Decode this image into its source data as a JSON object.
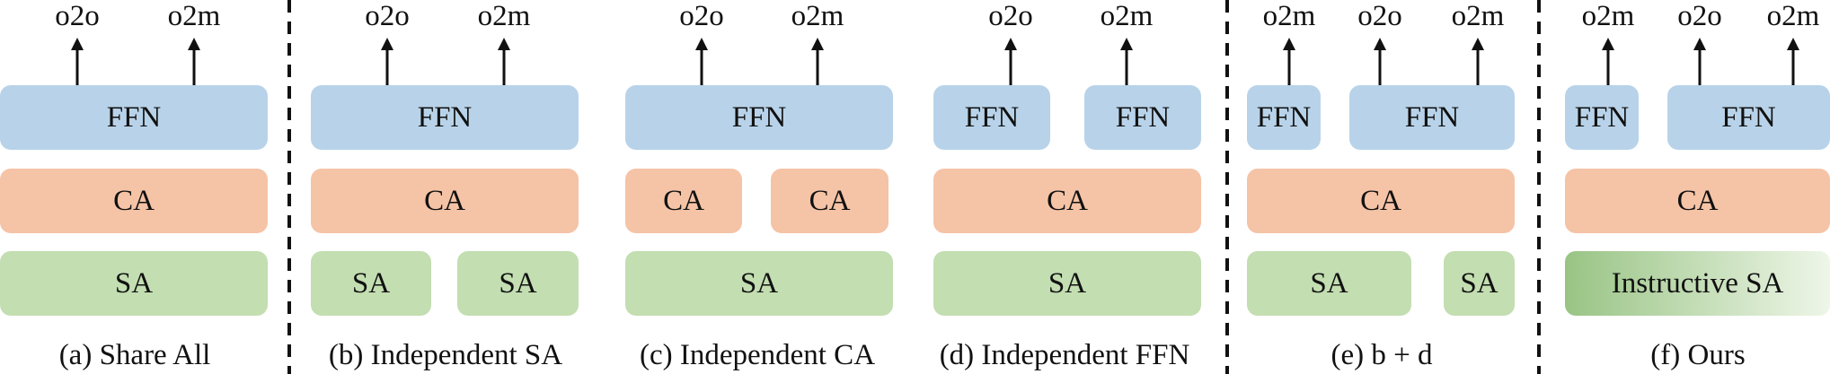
{
  "colors": {
    "ffn": "#b8d3e9",
    "ca": "#f5c3a6",
    "sa": "#c3deb1",
    "instructive_sa_start": "#99c485",
    "instructive_sa_end": "#eef6e8",
    "arrow": "#111111",
    "divider": "#111111"
  },
  "panels": [
    {
      "caption": "(a) Share All",
      "outputs": [
        "o2o",
        "o2m"
      ],
      "ffn": [
        "FFN"
      ],
      "ca": [
        "CA"
      ],
      "sa": [
        "SA"
      ]
    },
    {
      "caption": "(b) Independent SA",
      "outputs": [
        "o2o",
        "o2m"
      ],
      "ffn": [
        "FFN"
      ],
      "ca": [
        "CA"
      ],
      "sa": [
        "SA",
        "SA"
      ]
    },
    {
      "caption": "(c) Independent CA",
      "outputs": [
        "o2o",
        "o2m"
      ],
      "ffn": [
        "FFN"
      ],
      "ca": [
        "CA",
        "CA"
      ],
      "sa": [
        "SA"
      ]
    },
    {
      "caption": "(d) Independent FFN",
      "outputs": [
        "o2o",
        "o2m"
      ],
      "ffn": [
        "FFN",
        "FFN"
      ],
      "ca": [
        "CA"
      ],
      "sa": [
        "SA"
      ]
    },
    {
      "caption": "(e) b + d",
      "outputs": [
        "o2m",
        "o2o",
        "o2m"
      ],
      "ffn": [
        "FFN",
        "FFN"
      ],
      "ca": [
        "CA"
      ],
      "sa": [
        "SA",
        "SA"
      ]
    },
    {
      "caption": "(f) Ours",
      "outputs": [
        "o2m",
        "o2o",
        "o2m"
      ],
      "ffn": [
        "FFN",
        "FFN"
      ],
      "ca": [
        "CA"
      ],
      "sa": [
        "Instructive SA"
      ]
    }
  ]
}
